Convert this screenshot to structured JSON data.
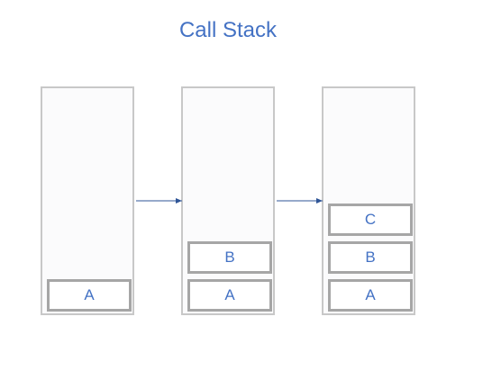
{
  "diagram": {
    "title": "Call Stack",
    "colors": {
      "text": "#4472c4",
      "stack_border": "#c8c8c8",
      "frame_border": "#a6a6a6",
      "arrow": "#2f5597"
    },
    "stacks": [
      {
        "frames": [
          "A"
        ]
      },
      {
        "frames": [
          "A",
          "B"
        ]
      },
      {
        "frames": [
          "A",
          "B",
          "C"
        ]
      }
    ]
  }
}
